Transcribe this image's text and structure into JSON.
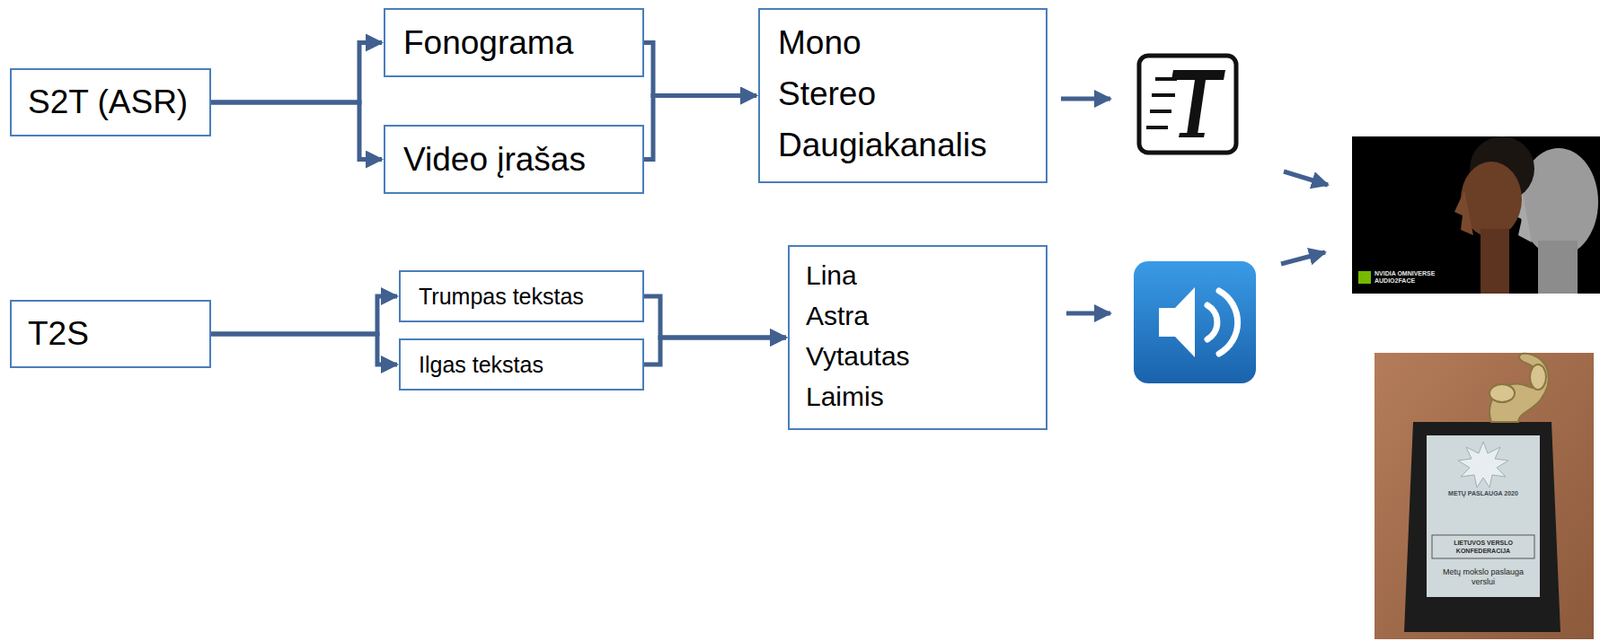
{
  "diagram": {
    "nodes": [
      {
        "text": [
          "S2T (ASR)"
        ]
      },
      {
        "text": [
          "Fonograma"
        ]
      },
      {
        "text": [
          "Video įrašas"
        ]
      },
      {
        "text": [
          "Mono",
          "Stereo",
          "Daugiakanalis"
        ]
      },
      {
        "text": [
          "T2S"
        ]
      },
      {
        "text": [
          "Trumpas tekstas"
        ]
      },
      {
        "text": [
          "Ilgas tekstas"
        ]
      },
      {
        "text": [
          "Lina",
          "Astra",
          "Vytautas",
          "Laimis"
        ]
      }
    ],
    "edges": [
      {
        "from": 0,
        "to": 1,
        "arrow": "to"
      },
      {
        "from": 0,
        "to": 2,
        "arrow": "to"
      },
      {
        "from": 1,
        "to": 3,
        "arrow": "to"
      },
      {
        "from": 2,
        "to": 3,
        "arrow": "to"
      },
      {
        "from": 4,
        "to": 5,
        "arrow": "to"
      },
      {
        "from": 4,
        "to": 6,
        "arrow": "to"
      },
      {
        "from": 5,
        "to": 7,
        "arrow": "to"
      },
      {
        "from": 6,
        "to": 7,
        "arrow": "to"
      }
    ],
    "labels": [
      "NVIDIA OMNIVERSE AUDIO2FACE",
      "METŲ PASLAUGA 2020",
      "LIETUVOS VERSLO KONFEDERACIJA",
      "Metų mokslo paslauga verslui"
    ]
  }
}
